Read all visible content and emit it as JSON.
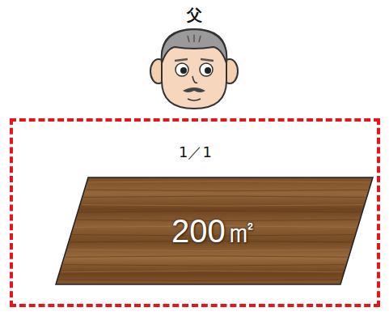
{
  "diagram": {
    "nodes": [
      {
        "text": [
          "1／1"
        ]
      },
      {
        "text": [
          "200㎡"
        ],
        "in": 0
      }
    ],
    "labels": [
      "父"
    ]
  }
}
